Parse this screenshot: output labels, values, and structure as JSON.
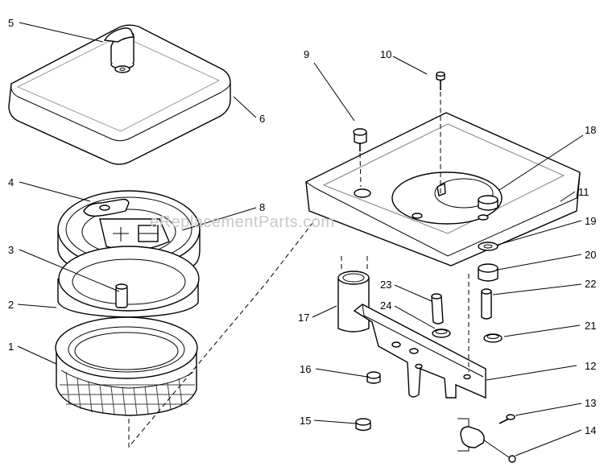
{
  "watermark": "eReplacementParts.com",
  "labels": [
    "5",
    "6",
    "4",
    "8",
    "3",
    "2",
    "1",
    "9",
    "10",
    "18",
    "11",
    "19",
    "20",
    "22",
    "23",
    "24",
    "17",
    "21",
    "12",
    "16",
    "15",
    "13",
    "14"
  ],
  "colors": {
    "ink": "#000000",
    "paper": "#ffffff",
    "watermark": "#c8c8c8"
  }
}
